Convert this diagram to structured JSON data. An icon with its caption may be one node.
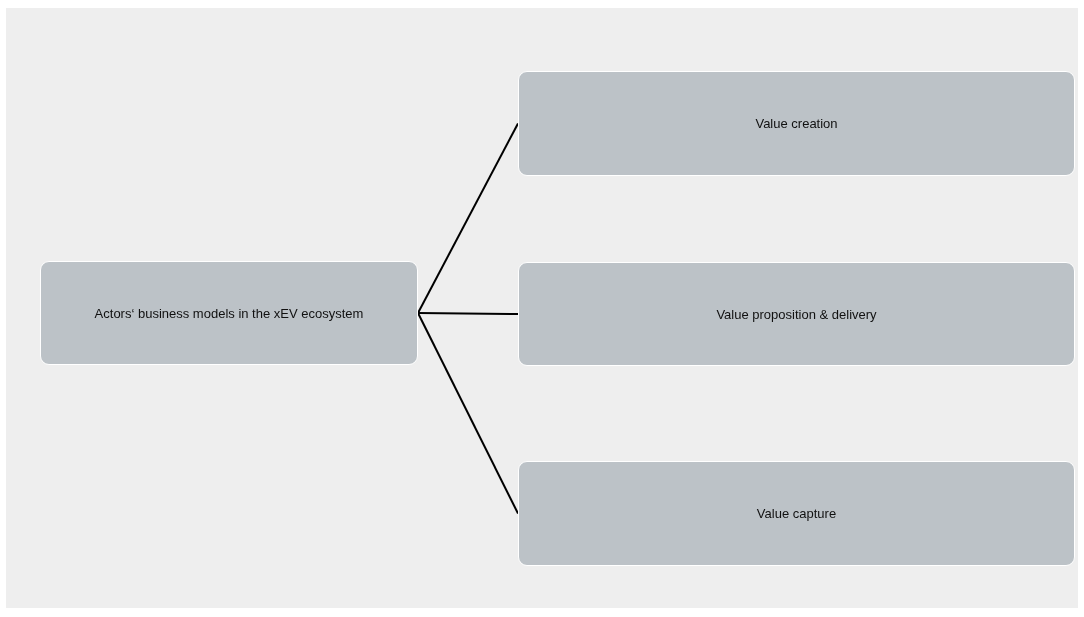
{
  "diagram": {
    "nodes": [
      {
        "text": [
          "Actors‘ business models in the xEV ecosystem"
        ]
      },
      {
        "text": [
          "Value creation"
        ]
      },
      {
        "text": [
          "Value proposition & delivery"
        ]
      },
      {
        "text": [
          "Value capture"
        ]
      }
    ],
    "edges": [
      {
        "from": 0,
        "to": 1,
        "arrow": "none"
      },
      {
        "from": 0,
        "to": 2,
        "arrow": "none"
      },
      {
        "from": 0,
        "to": 3,
        "arrow": "none"
      }
    ]
  }
}
